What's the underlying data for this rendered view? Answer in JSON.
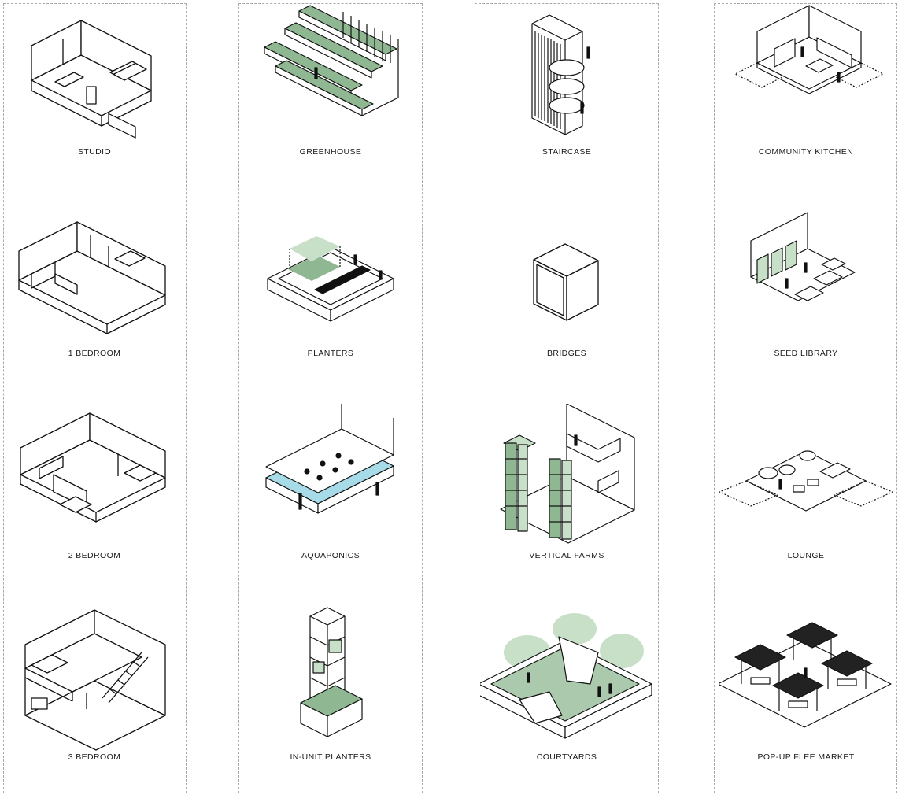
{
  "accent_green": "#8fb892",
  "water_blue": "#a8dbe8",
  "columns": [
    {
      "items": [
        {
          "label": "STUDIO",
          "icon": "studio-icon"
        },
        {
          "label": "1 BEDROOM",
          "icon": "one-bedroom-icon"
        },
        {
          "label": "2 BEDROOM",
          "icon": "two-bedroom-icon"
        },
        {
          "label": "3 BEDROOM",
          "icon": "three-bedroom-icon"
        }
      ]
    },
    {
      "items": [
        {
          "label": "GREENHOUSE",
          "icon": "greenhouse-icon"
        },
        {
          "label": "PLANTERS",
          "icon": "planters-icon"
        },
        {
          "label": "AQUAPONICS",
          "icon": "aquaponics-icon"
        },
        {
          "label": "IN-UNIT PLANTERS",
          "icon": "in-unit-planters-icon"
        }
      ]
    },
    {
      "items": [
        {
          "label": "STAIRCASE",
          "icon": "staircase-icon"
        },
        {
          "label": "BRIDGES",
          "icon": "bridges-icon"
        },
        {
          "label": "VERTICAL FARMS",
          "icon": "vertical-farms-icon"
        },
        {
          "label": "COURTYARDS",
          "icon": "courtyards-icon"
        }
      ]
    },
    {
      "items": [
        {
          "label": "COMMUNITY KITCHEN",
          "icon": "community-kitchen-icon"
        },
        {
          "label": "SEED LIBRARY",
          "icon": "seed-library-icon"
        },
        {
          "label": "LOUNGE",
          "icon": "lounge-icon"
        },
        {
          "label": "POP-UP FLEE MARKET",
          "icon": "pop-up-flee-market-icon"
        }
      ]
    }
  ]
}
